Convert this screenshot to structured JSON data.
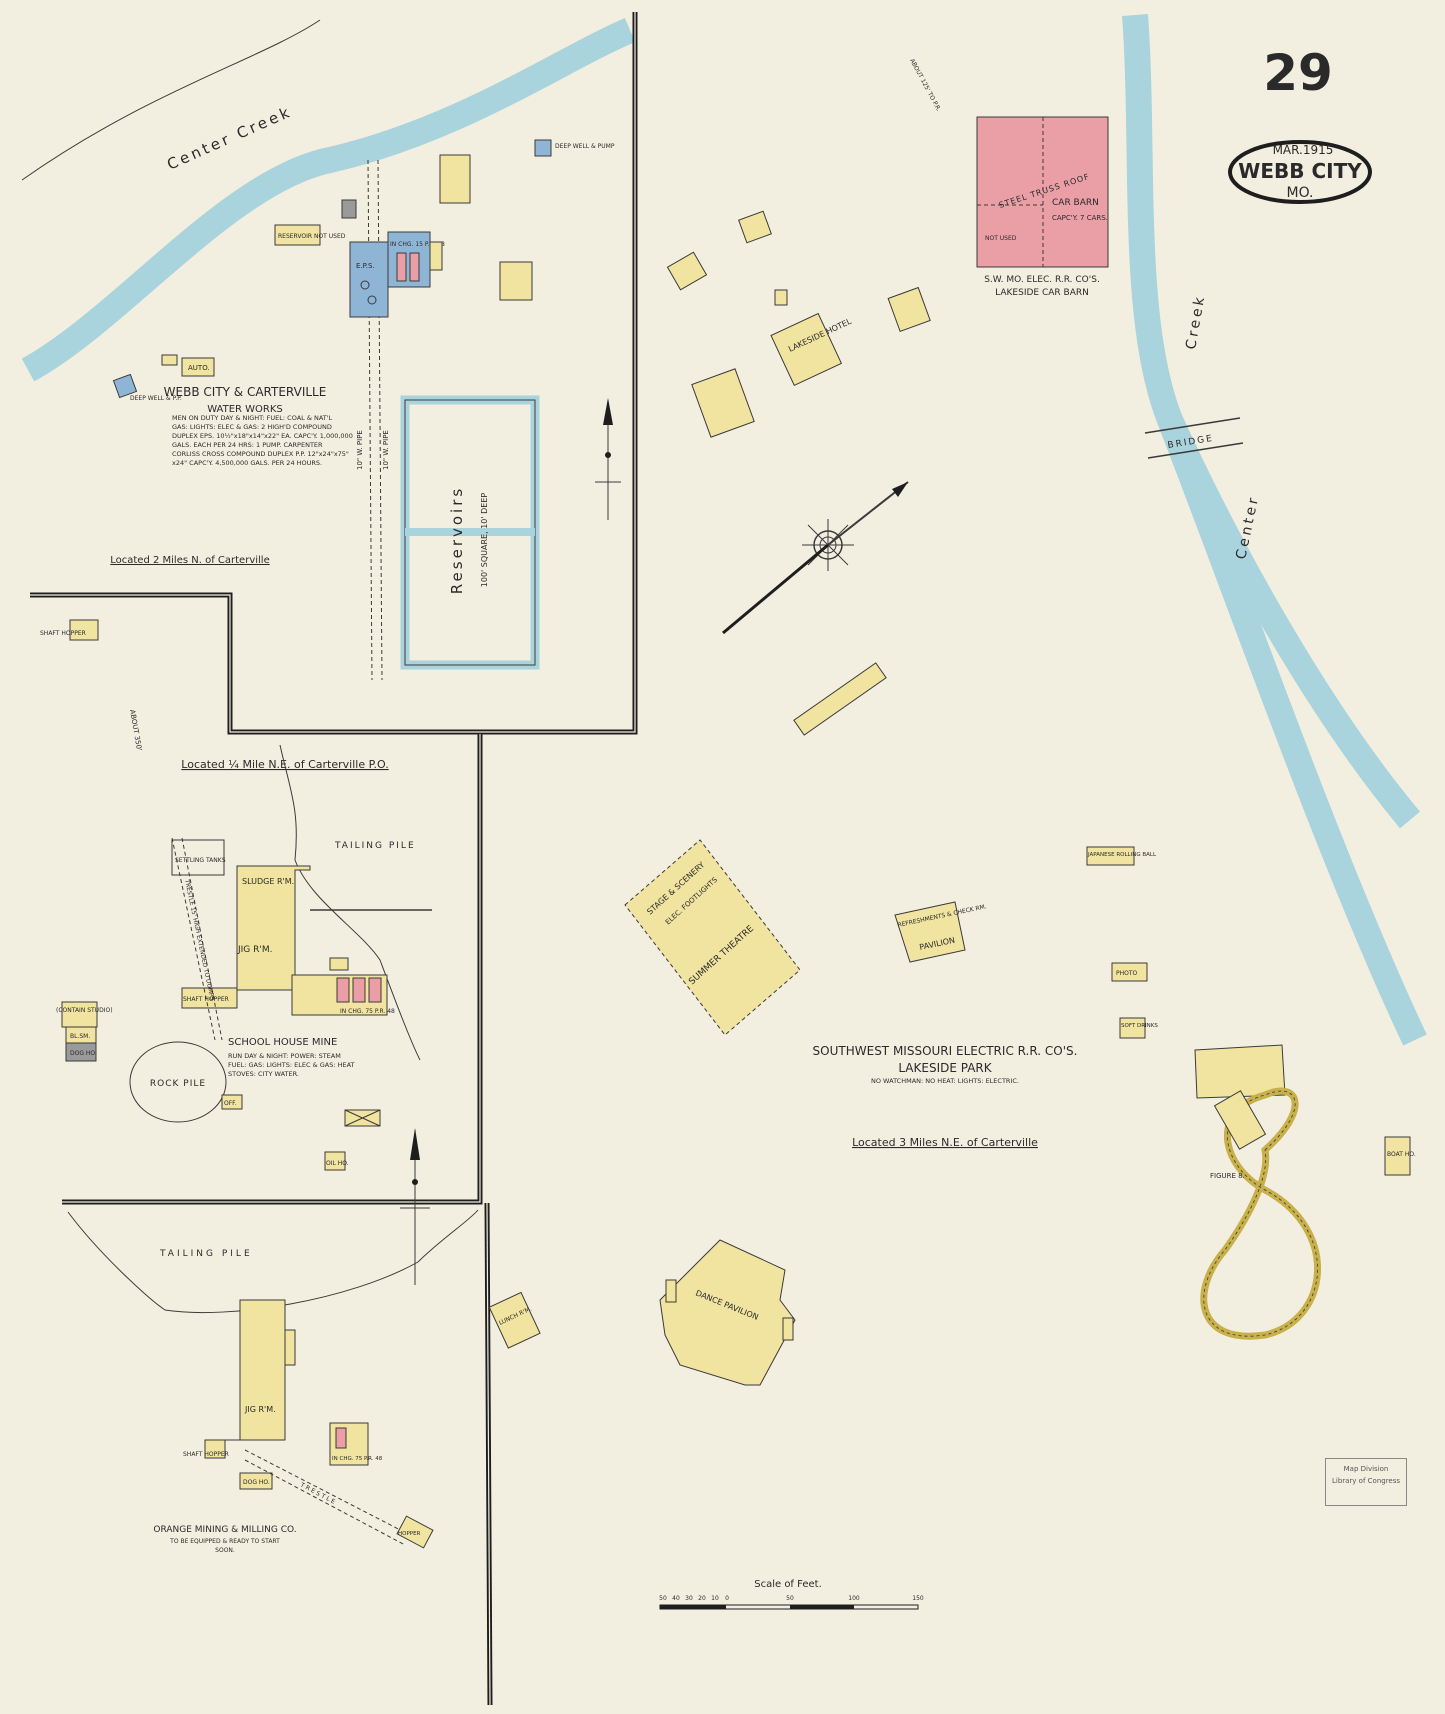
{
  "sheet": {
    "number": "29",
    "date": "MAR.1915",
    "city": "WEBB CITY",
    "state": "MO."
  },
  "water": {
    "creek_upper_left": "Center Creek",
    "creek_right_upper": "Creek",
    "creek_right_lower": "Center",
    "bridge": "BRIDGE"
  },
  "water_works": {
    "title_line1": "WEBB CITY & CARTERVILLE",
    "title_line2": "WATER WORKS",
    "notes": [
      "MEN ON DUTY DAY & NIGHT: FUEL: COAL & NAT'L",
      "GAS: LIGHTS: ELEC & GAS: 2 HIGH'D COMPOUND",
      "DUPLEX EPS. 10½\"x18\"x14\"x22\" EA. CAPC'Y. 1,000,000",
      "GALS. EACH PER 24 HRS: 1 PUMP. CARPENTER",
      "CORLISS CROSS COMPOUND DUPLEX P.P. 12\"x24\"x75\"",
      "x24\" CAPC'Y. 4,500,000 GALS. PER 24 HOURS."
    ],
    "location": "Located 2 Miles N. of Carterville",
    "reservoirs": "Reservoirs",
    "reservoir_size": "100' SQUARE, 10' DEEP",
    "deep_well_pump": "DEEP WELL & PUMP",
    "deep_well": "DEEP WELL & P.P.",
    "reservoir_not_used": "RESERVOIR NOT USED",
    "auto": "AUTO.",
    "pipe1": "10\" W. PIPE",
    "pipe2": "10\" W. PIPE",
    "ep": "E.P.S.",
    "in_chg": "IN CHG. 15 P.R. 48"
  },
  "school_house_mine": {
    "location": "Located ¼ Mile N.E. of Carterville P.O.",
    "about": "ABOUT 350'",
    "shaft_hopper_top": "SHAFT HOPPER",
    "tailing_pile": "TAILING PILE",
    "settling_tanks": "SETTLING TANKS",
    "sludge": "SLUDGE R'M.",
    "jig": "JIG R'M.",
    "shaft_hopper": "SHAFT HOPPER",
    "in_chg": "IN CHG. 75 P.R. 48",
    "trestle": "TRESTLE 15' HIGH EXTENDED TO DUMPS",
    "title": "SCHOOL HOUSE MINE",
    "notes": [
      "RUN DAY & NIGHT: POWER: STEAM",
      "FUEL: GAS: LIGHTS: ELEC & GAS: HEAT",
      "STOVES: CITY WATER."
    ],
    "rock_pile": "ROCK PILE",
    "studio": "(CONTAIN STUDIO)",
    "bl_sm": "BL.SM.",
    "dog_ho": "DOG HO.",
    "oil_ho": "OIL HO.",
    "off": "OFF."
  },
  "orange_mining": {
    "tailing_pile": "TAILING PILE",
    "jig": "JIG R'M.",
    "shaft_hopper": "SHAFT HOPPER",
    "dog_ho": "DOG HO.",
    "in_chg": "IN CHG. 75 P.R. 48",
    "trestle": "TRESTLE",
    "hopper": "HOPPER",
    "title": "ORANGE MINING & MILLING CO.",
    "notes": [
      "TO BE EQUIPPED & READY TO START",
      "SOON."
    ]
  },
  "lakeside_park": {
    "title_line1": "SOUTHWEST MISSOURI ELECTRIC R.R. CO'S.",
    "title_line2": "LAKESIDE PARK",
    "notes": "NO WATCHMAN: NO HEAT: LIGHTS: ELECTRIC.",
    "location": "Located 3 Miles N.E. of Carterville",
    "car_barn_line1": "S.W. MO. ELEC. R.R. CO'S.",
    "car_barn_line2": "LAKESIDE CAR BARN",
    "car_barn": "CAR BARN",
    "car_barn_cap": "CAPC'Y. 7 CARS.",
    "steel_truss": "STEEL TRUSS ROOF",
    "not_used": "NOT USED",
    "about_road": "ABOUT 125' TO P.R.",
    "hotel": "LAKESIDE HOTEL",
    "stage": "STAGE & SCENERY",
    "footlights": "ELEC. FOOTLIGHTS",
    "summer_theatre": "SUMMER THEATRE",
    "refreshments": "REFRESHMENTS & CHECK RM.",
    "pavilion": "PAVILION",
    "japanese": "JAPANESE ROLLING BALL",
    "photo": "PHOTO",
    "soft_drinks": "SOFT DRINKS",
    "figure8": "FIGURE 8.",
    "boat_ho": "BOAT HO.",
    "lunch": "LUNCH R'M.",
    "dance": "DANCE PAVILION"
  },
  "scale": {
    "title": "Scale of Feet.",
    "ticks": [
      "50",
      "40",
      "30",
      "20",
      "10",
      "0",
      "50",
      "100",
      "150"
    ]
  },
  "stamp": {
    "line1": "Map Division",
    "line2": "Library of Congress"
  },
  "colors": {
    "paper": "#f3efe0",
    "frame": "#1e1e1e",
    "frame_inner": "#f3efe0",
    "water": "#a9d3dd",
    "frame_dwelling": "#f0e4a0",
    "brick": "#ea9fa7",
    "stone": "#8fb5d6",
    "iron": "#9a9a9a",
    "outline": "#3a3a3a"
  }
}
